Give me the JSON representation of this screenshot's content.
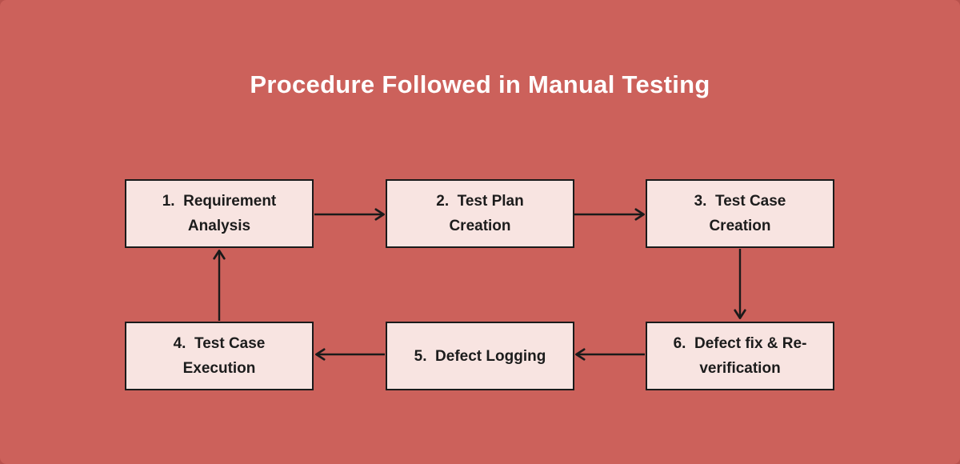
{
  "title": "Procedure Followed in Manual Testing",
  "colors": {
    "background": "#cc615b",
    "box_fill": "#f8e4e1",
    "box_border": "#1a1a1a",
    "box_text": "#1c1c1c",
    "title_text": "#ffffff",
    "arrow": "#1a1a1a"
  },
  "steps": [
    {
      "number": "1",
      "label": "Requirement Analysis",
      "lines": [
        "1.  Requirement",
        "Analysis"
      ]
    },
    {
      "number": "2",
      "label": "Test Plan Creation",
      "lines": [
        "2.  Test Plan",
        "Creation"
      ]
    },
    {
      "number": "3",
      "label": "Test Case Creation",
      "lines": [
        "3.  Test Case",
        "Creation"
      ]
    },
    {
      "number": "4",
      "label": "Test Case Execution",
      "lines": [
        "4.  Test Case",
        "Execution"
      ]
    },
    {
      "number": "5",
      "label": "Defect Logging",
      "lines": [
        "5.  Defect Logging"
      ]
    },
    {
      "number": "6",
      "label": "Defect fix & Re-verification",
      "lines": [
        "6.  Defect fix & Re-",
        "verification"
      ]
    }
  ],
  "flow": [
    {
      "from": "1",
      "to": "2",
      "direction": "right"
    },
    {
      "from": "2",
      "to": "3",
      "direction": "right"
    },
    {
      "from": "3",
      "to": "6",
      "direction": "down"
    },
    {
      "from": "6",
      "to": "5",
      "direction": "left"
    },
    {
      "from": "5",
      "to": "4",
      "direction": "left"
    },
    {
      "from": "4",
      "to": "1",
      "direction": "up"
    }
  ]
}
